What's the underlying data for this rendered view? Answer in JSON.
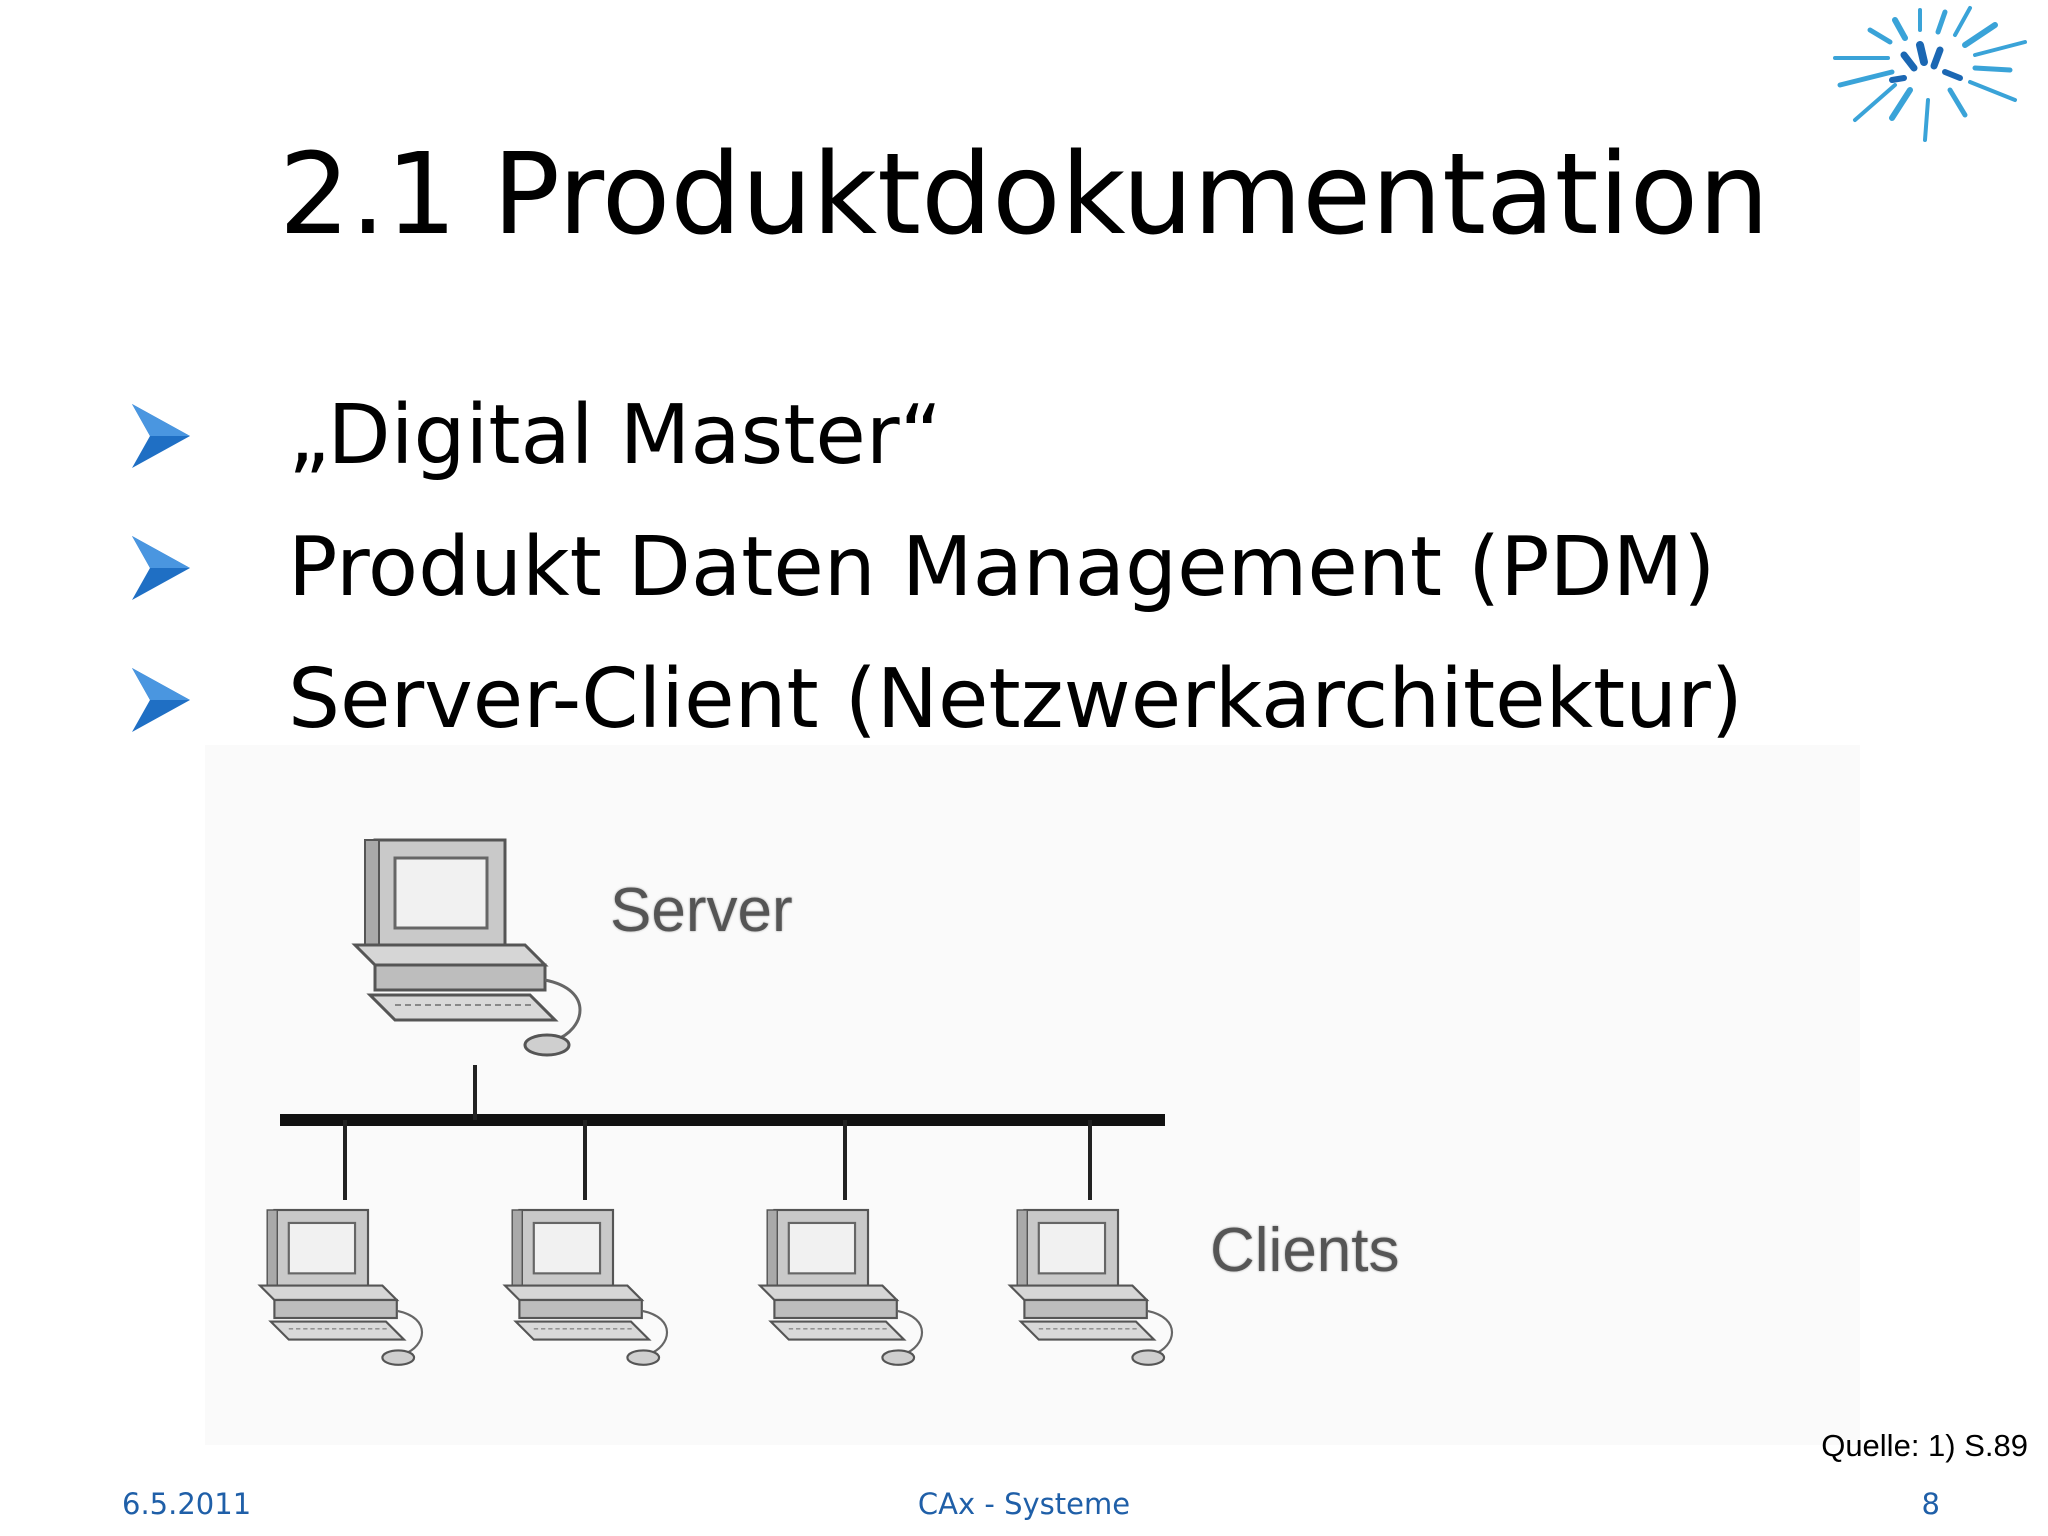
{
  "slide": {
    "title": "2.1 Produktdokumentation",
    "bullets": [
      {
        "icon": "arrow-bullet-icon",
        "text": "„Digital Master“"
      },
      {
        "icon": "arrow-bullet-icon",
        "text": "Produkt Daten Management (PDM)"
      },
      {
        "icon": "arrow-bullet-icon",
        "text": "Server-Client (Netzwerkarchitektur)"
      }
    ],
    "diagram": {
      "server_label": "Server",
      "clients_label": "Clients"
    },
    "source": "Quelle: 1) S.89",
    "footer": {
      "date": "6.5.2011",
      "center": "CAx - Systeme",
      "page": "8"
    }
  },
  "colors": {
    "accent_blue": "#1f6fc4",
    "footer_blue": "#1f5fa8",
    "logo_blue": "#3aa3d8"
  }
}
